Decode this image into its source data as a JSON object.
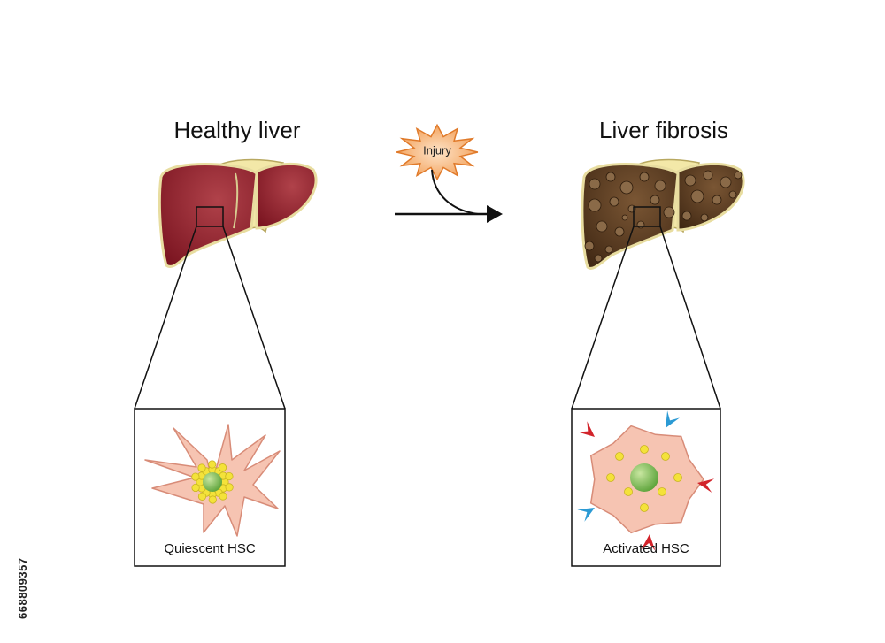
{
  "left_panel": {
    "title": "Healthy liver",
    "cell_caption": "Quiescent HSC",
    "liver_color": "#8b1a22",
    "cell_color": "#f5c1b0"
  },
  "transition": {
    "injury_label": "Injury",
    "burst_color": "#f6a15a"
  },
  "right_panel": {
    "title": "Liver fibrosis",
    "cell_caption": "Activated HSC",
    "liver_color": "#5a3a1e",
    "cell_color": "#f5c1b0",
    "spike_colors": [
      "#d2232a",
      "#2b9ad4"
    ]
  },
  "stock_id": "668809357"
}
